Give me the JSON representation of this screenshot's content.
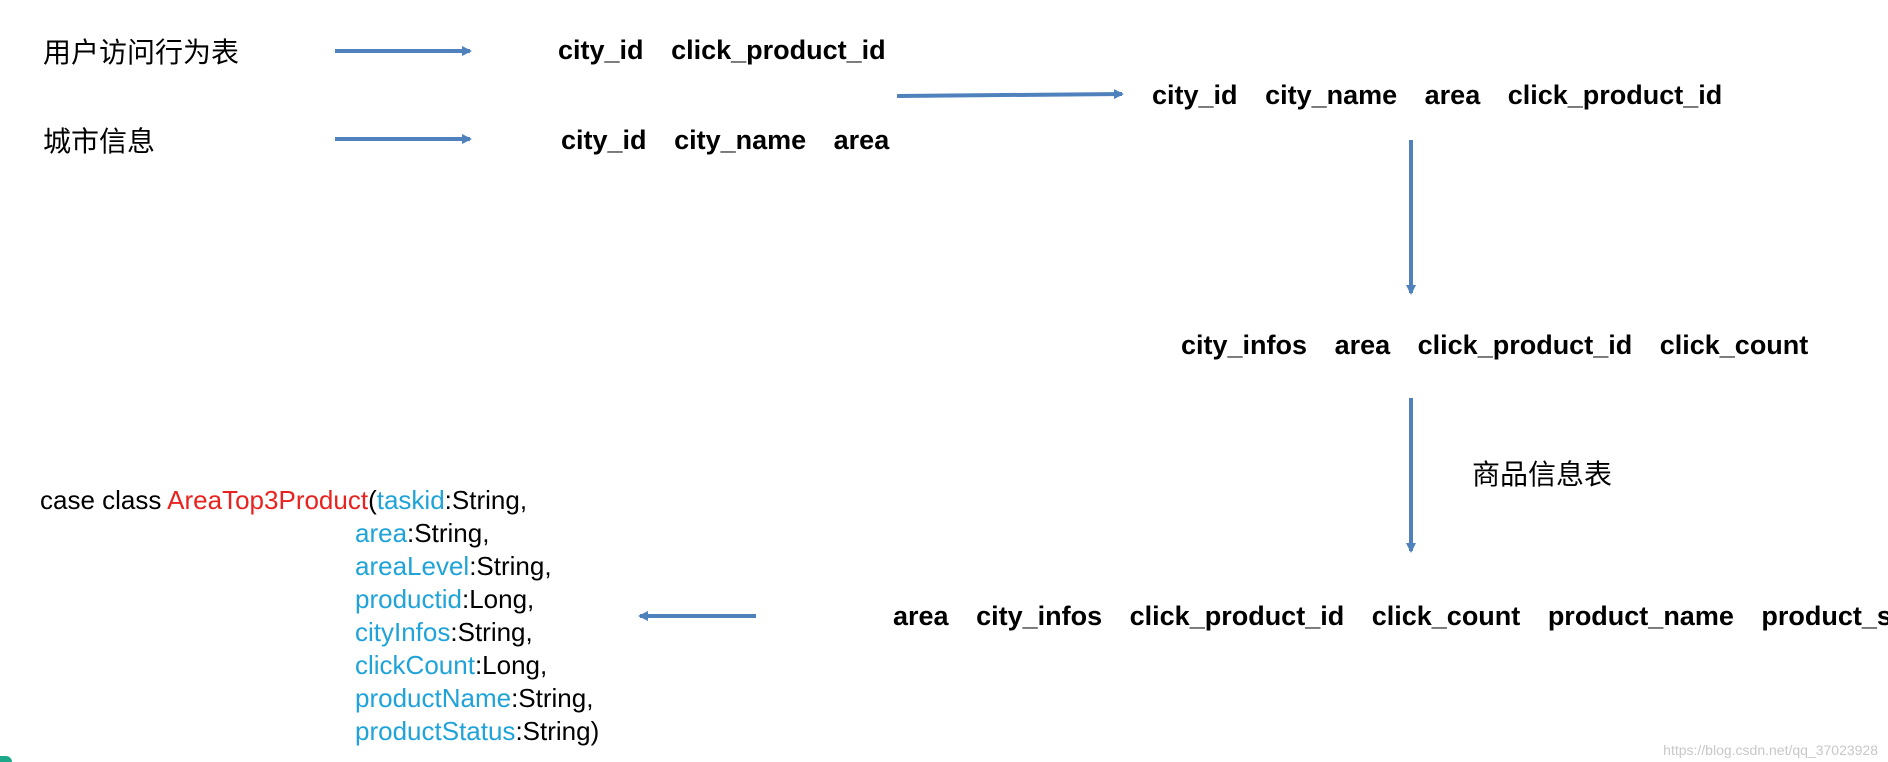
{
  "sources": {
    "user_visit": "用户访问行为表",
    "city_info": "城市信息",
    "product_info": "商品信息表"
  },
  "tables": {
    "visit_fields": [
      "city_id",
      "click_product_id"
    ],
    "city_fields": [
      "city_id",
      "city_name",
      "area"
    ],
    "joined_fields": [
      "city_id",
      "city_name",
      "area",
      "click_product_id"
    ],
    "aggregated_fields": [
      "city_infos",
      "area",
      "click_product_id",
      "click_count"
    ],
    "final_fields": [
      "area",
      "city_infos",
      "click_product_id",
      "click_count",
      "product_name",
      "product_status"
    ]
  },
  "code": {
    "prefix": "case class ",
    "class_name": "AreaTop3Product",
    "open_paren": "(",
    "params": [
      {
        "name": "taskid",
        "type": ":String,"
      },
      {
        "name": "area",
        "type": ":String,"
      },
      {
        "name": "areaLevel",
        "type": ":String,"
      },
      {
        "name": "productid",
        "type": ":Long,"
      },
      {
        "name": "cityInfos",
        "type": ":String,"
      },
      {
        "name": "clickCount",
        "type": ":Long,"
      },
      {
        "name": "productName",
        "type": ":String,"
      },
      {
        "name": "productStatus",
        "type": ":String)"
      }
    ],
    "colors": {
      "class_name": "#e8231f",
      "param": "#1fa3d9"
    }
  },
  "arrow_color": "#4f81bd",
  "watermark": "https://blog.csdn.net/qq_37023928"
}
